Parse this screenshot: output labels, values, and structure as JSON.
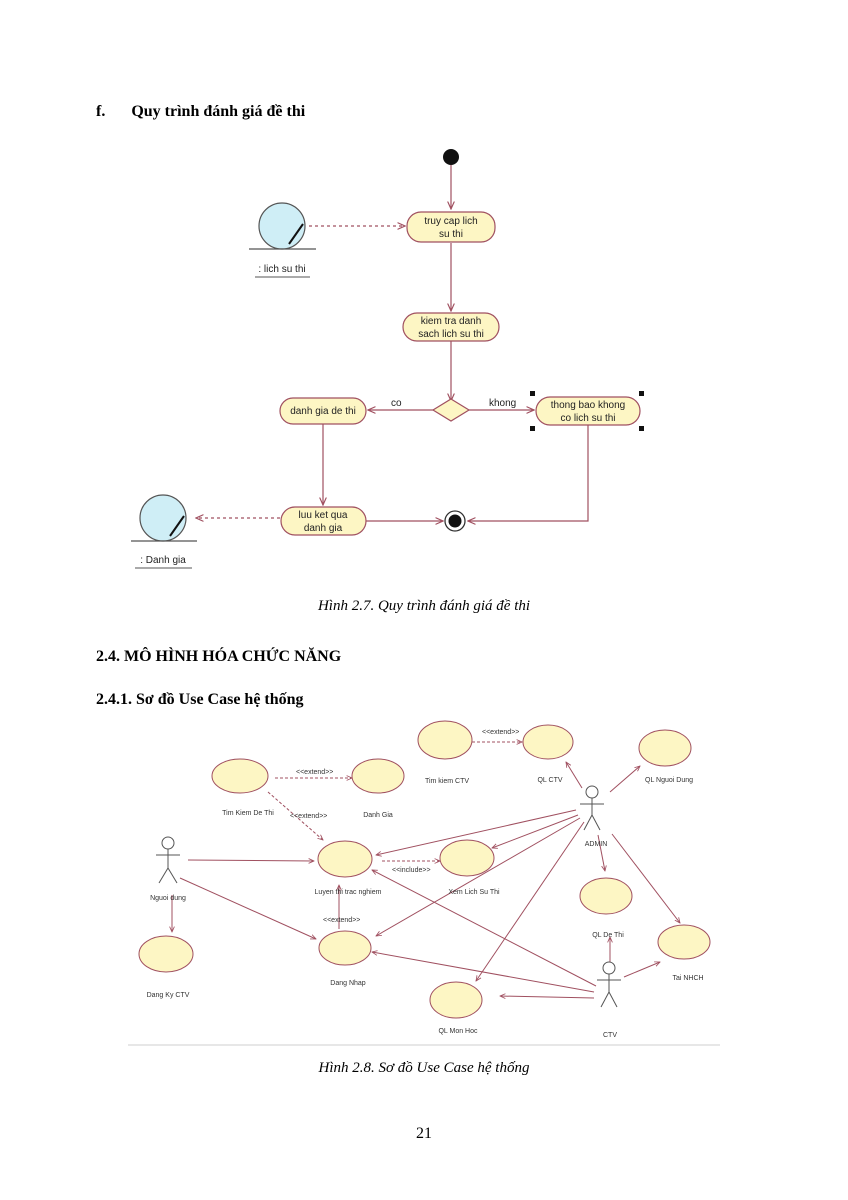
{
  "section_f": {
    "marker": "f.",
    "title": "Quy trình đánh giá đề thi"
  },
  "activity": {
    "accent_fill": "#fdf6c4",
    "accent_stroke": "#a05060",
    "boundary_fill": "#cfeef6",
    "actions": {
      "truy_cap": [
        "truy cap lich",
        "su thi"
      ],
      "kiem_tra": [
        "kiem tra danh",
        "sach lich su thi"
      ],
      "danh_gia": [
        "danh gia de thi"
      ],
      "thong_bao": [
        "thong bao khong",
        "co lich su thi"
      ],
      "luu_ket_qua": [
        "luu ket qua",
        "danh gia"
      ]
    },
    "guards": {
      "yes": "co",
      "no": "khong"
    },
    "objects": {
      "lich_su_thi": ": lich su thi",
      "danh_gia": ": Danh gia"
    }
  },
  "figure_27_caption": "Hình 2.7. Quy trình đánh giá đề thi",
  "section_24": "2.4. MÔ HÌNH HÓA CHỨC NĂNG",
  "section_241": "2.4.1. Sơ đồ Use Case hệ thống",
  "usecase": {
    "actors": {
      "nguoi_dung": "Nguoi dung",
      "admin": "ADMIN",
      "ctv": "CTV"
    },
    "cases": {
      "tim_kiem_de_thi": "Tim Kiem De Thi",
      "danh_gia": "Danh Gia",
      "tim_kiem_ctv": "Tim kiem CTV",
      "ql_ctv": "QL CTV",
      "ql_nguoi_dung": "QL Nguoi Dung",
      "luyen_thi": "Luyen thi trac nghiem",
      "xem_lich_su": "Xem Lich Su Thi",
      "ql_de_thi": "QL De Thi",
      "dang_ky_ctv": "Dang Ky CTV",
      "dang_nhap": "Dang Nhap",
      "tai_nhch": "Tai NHCH",
      "ql_mon_hoc": "QL Mon Hoc"
    },
    "stereotypes": {
      "extend": "<<extend>>",
      "include": "<<include>>"
    }
  },
  "figure_28_caption": "Hình 2.8. Sơ đồ Use Case hệ thống",
  "page_number": "21"
}
